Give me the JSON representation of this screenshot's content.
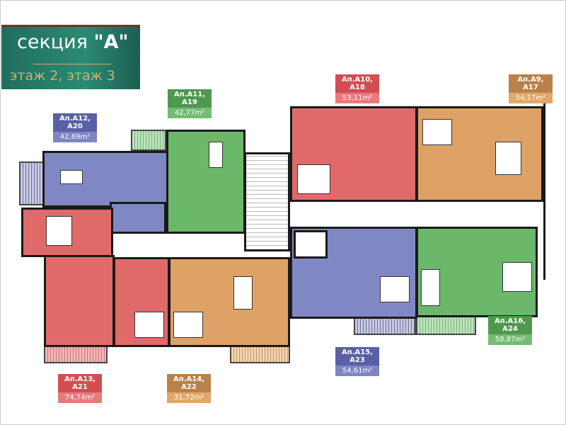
{
  "header": {
    "title": "секция",
    "section": "\"A\"",
    "subtitle": "этаж 2, этаж 3"
  },
  "colors": {
    "red": "#e06a6a",
    "tan": "#dea267",
    "green": "#6bb86b",
    "blue": "#8088c4",
    "banner": "#2b8a72"
  },
  "apartments": [
    {
      "name": "Ап.А12, А20",
      "area": "42,69",
      "color": "blue"
    },
    {
      "name": "Ап.А11, А19",
      "area": "42,77",
      "color": "green"
    },
    {
      "name": "Ап.А10, А18",
      "area": "53,11",
      "color": "red"
    },
    {
      "name": "Ап.А9, А17",
      "area": "54,17",
      "color": "tan"
    },
    {
      "name": "Ап.А13, А21",
      "area": "74,74",
      "color": "red"
    },
    {
      "name": "Ап.А14, А22",
      "area": "31,72",
      "color": "tan"
    },
    {
      "name": "Ап.А15, А23",
      "area": "54,61",
      "color": "blue"
    },
    {
      "name": "Ап.А16, А24",
      "area": "58,87",
      "color": "green"
    }
  ],
  "unit": "m²"
}
